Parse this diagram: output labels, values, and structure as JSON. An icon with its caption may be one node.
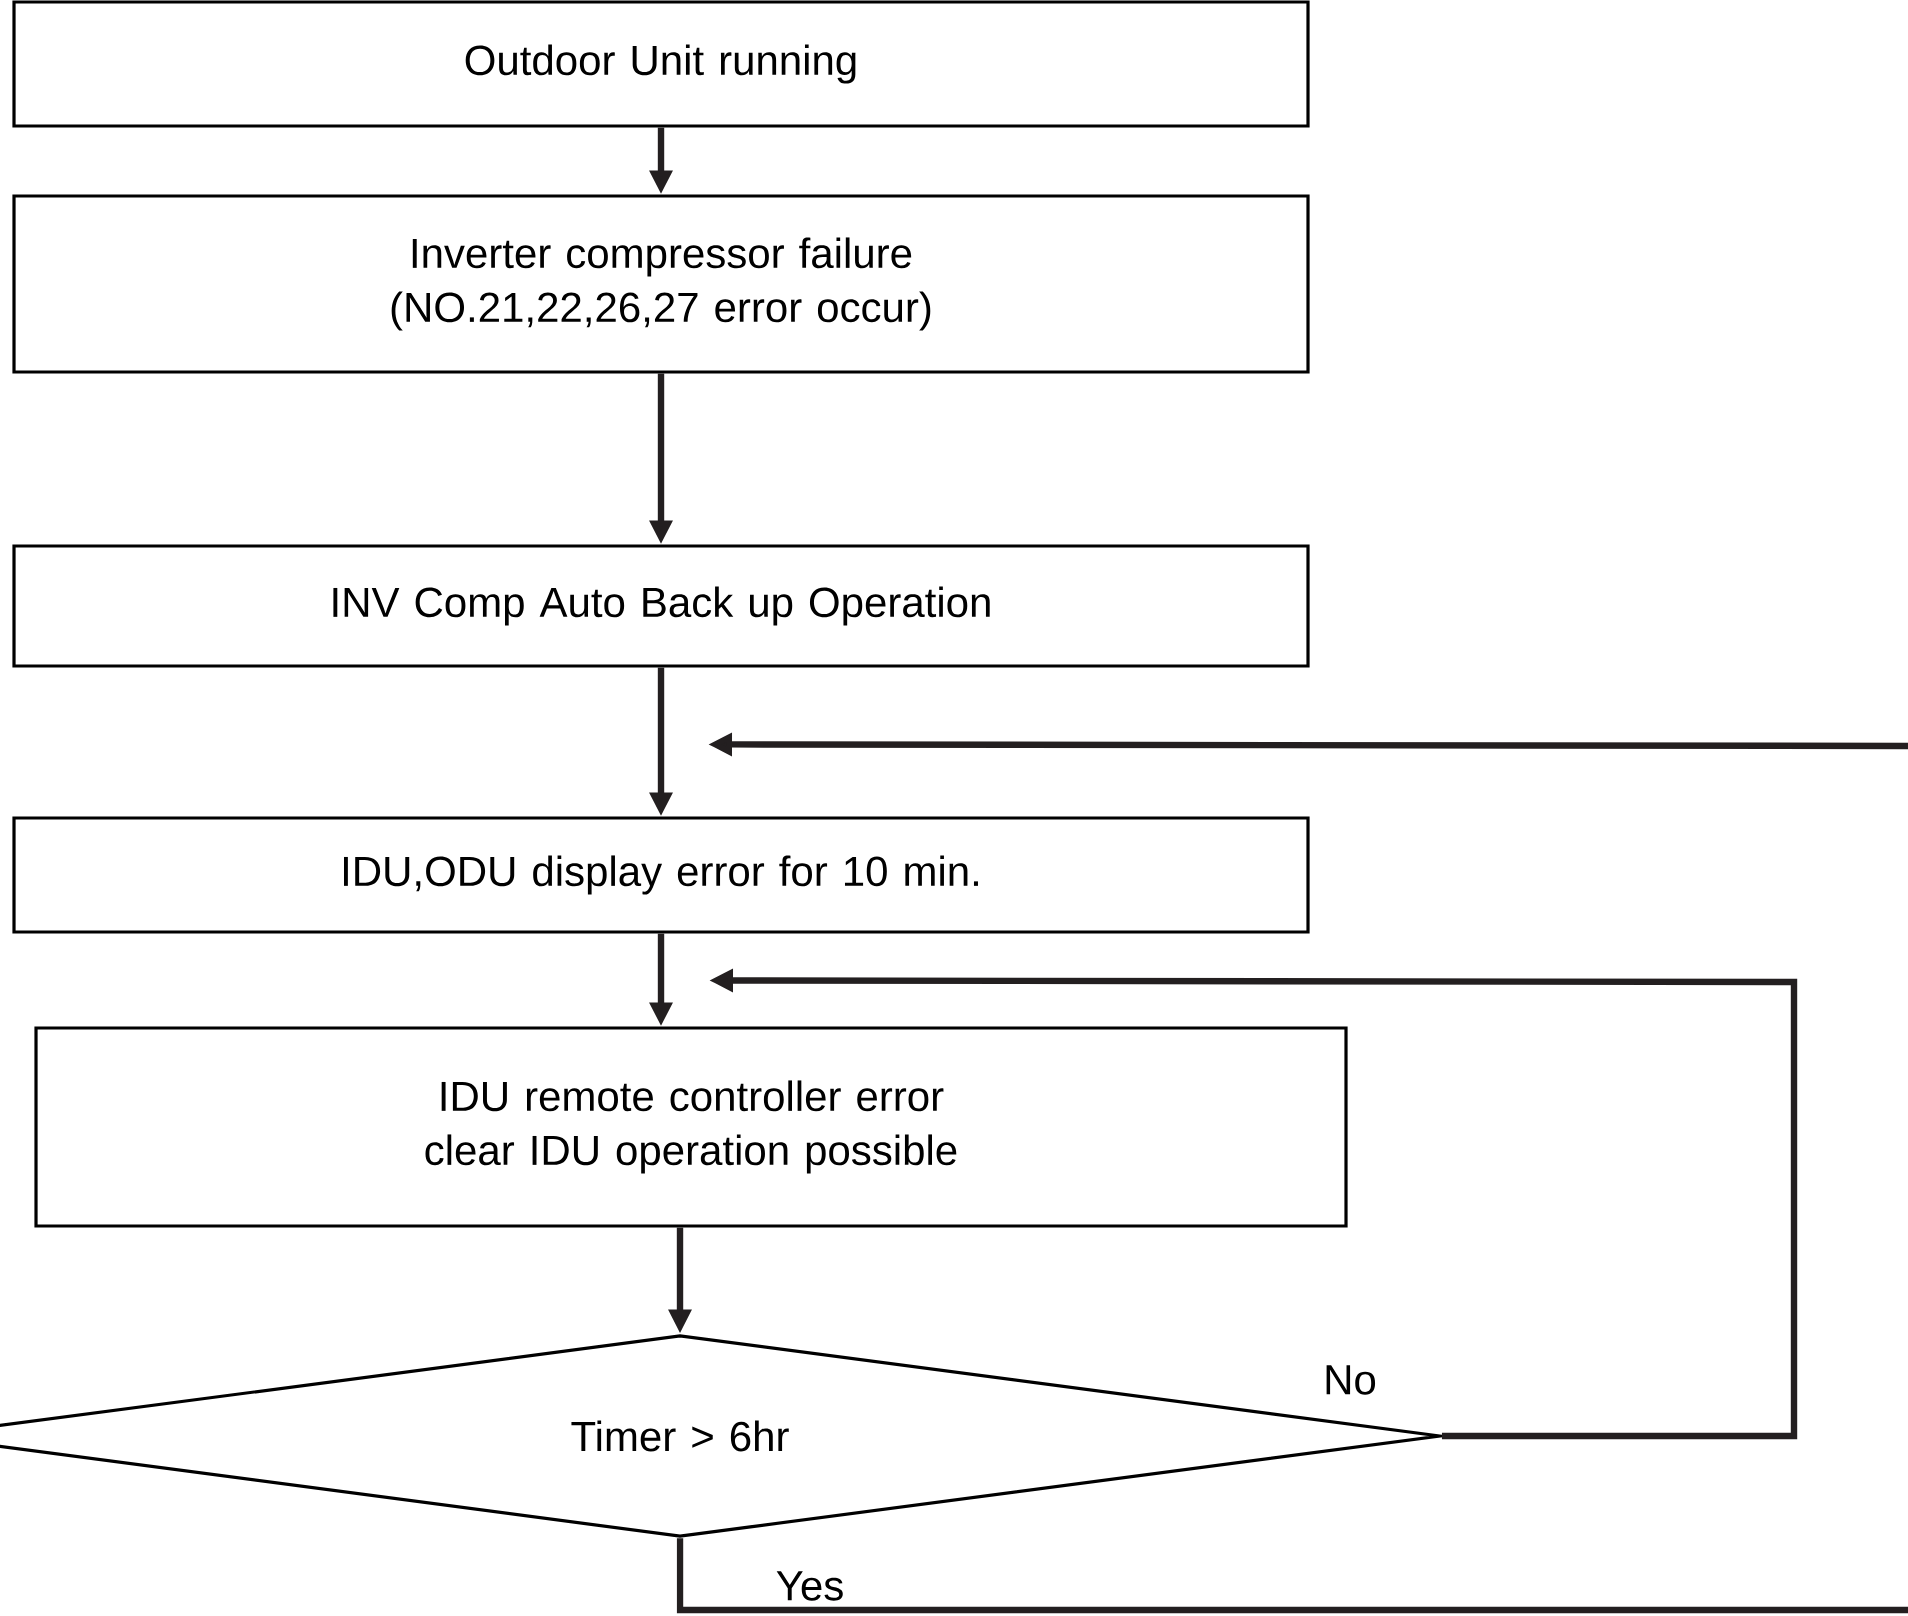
{
  "diagram": {
    "nodes": [
      {
        "text": [
          "Outdoor Unit running"
        ]
      },
      {
        "text": [
          "Inverter compressor failure (NO.21,22,26,27 error occur)"
        ]
      },
      {
        "text": [
          "INV Comp Auto Back up Operation"
        ]
      },
      {
        "text": [
          "IDU,ODU display error for 10 min."
        ]
      },
      {
        "text": [
          "IDU remote controller error clear IDU operation possible"
        ]
      },
      {
        "text": [
          "Timer > 6hr"
        ]
      }
    ],
    "edges": [
      {
        "from": 0,
        "to": 1,
        "arrow": "to"
      },
      {
        "from": 1,
        "to": 2,
        "arrow": "to"
      },
      {
        "from": 2,
        "to": 3,
        "arrow": "to"
      },
      {
        "from": 3,
        "to": 4,
        "arrow": "to"
      },
      {
        "from": 4,
        "to": 5,
        "arrow": "to"
      },
      {
        "from": 5,
        "to": 4,
        "arrow": "to",
        "label": "No"
      },
      {
        "from": 5,
        "to": null,
        "arrow": "none",
        "label": "Yes"
      },
      {
        "from": null,
        "to": 3,
        "arrow": "to"
      }
    ]
  }
}
